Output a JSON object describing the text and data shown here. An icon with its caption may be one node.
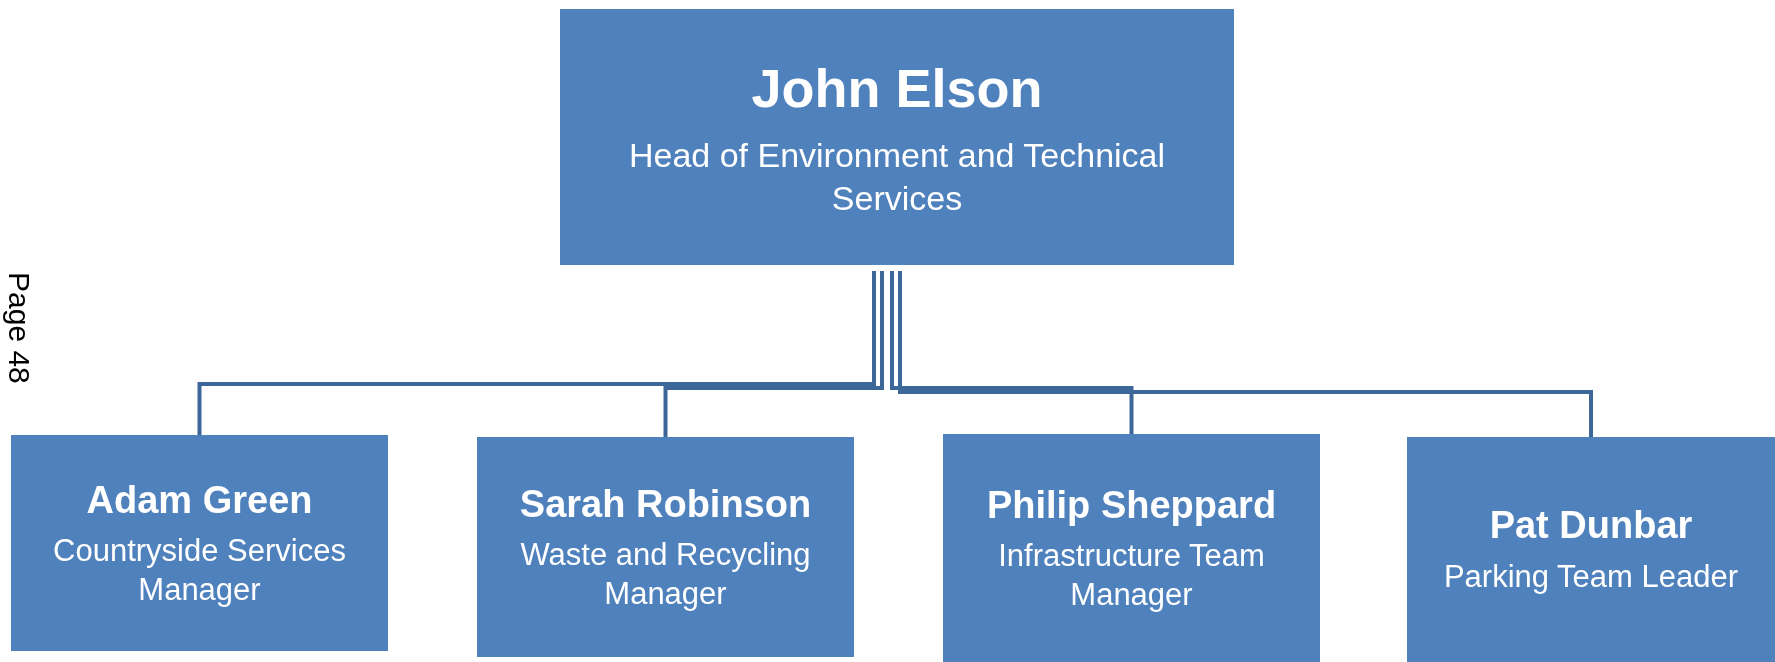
{
  "diagram": {
    "nodes": [
      {
        "text": [
          "John Elson",
          "Head of Environment and Technical Services"
        ]
      },
      {
        "text": [
          "Adam Green",
          "Countryside Services Manager"
        ]
      },
      {
        "text": [
          "Sarah Robinson",
          "Waste and Recycling Manager"
        ]
      },
      {
        "text": [
          "Philip Sheppard",
          "Infrastructure Team Manager"
        ]
      },
      {
        "text": [
          "Pat Dunbar",
          "Parking Team Leader"
        ]
      }
    ],
    "edges": [
      {
        "from": 0,
        "to": 1,
        "arrow": "none"
      },
      {
        "from": 0,
        "to": 2,
        "arrow": "none"
      },
      {
        "from": 0,
        "to": 3,
        "arrow": "none"
      },
      {
        "from": 0,
        "to": 4,
        "arrow": "none"
      }
    ],
    "labels": [
      "Page 48"
    ]
  }
}
